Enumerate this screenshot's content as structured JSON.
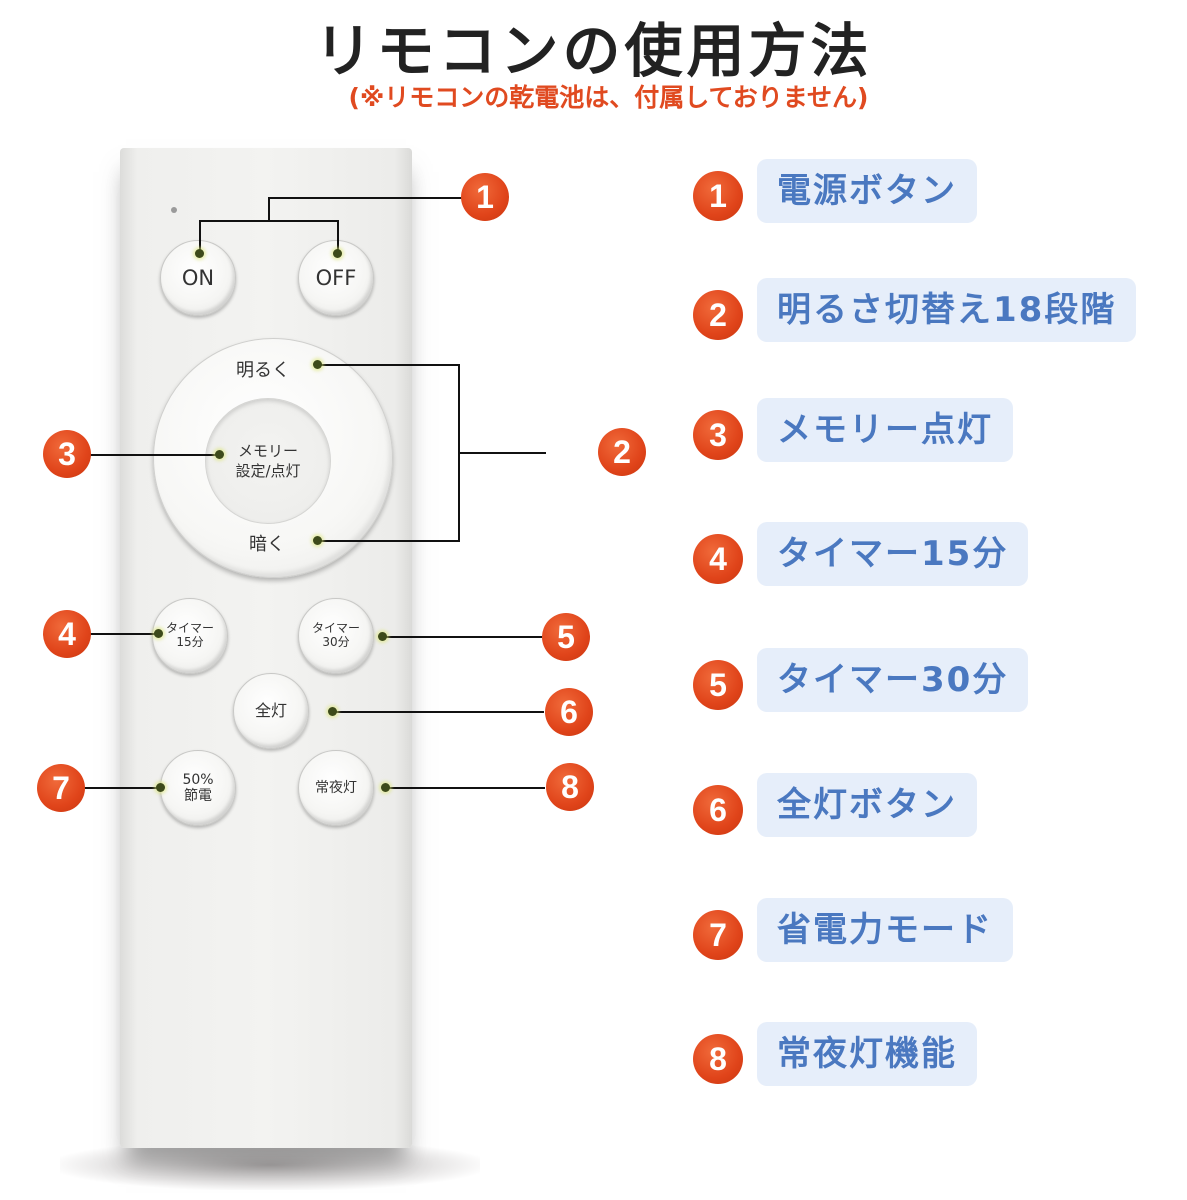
{
  "header": {
    "title": "リモコンの使用方法",
    "subtitle": "(※リモコンの乾電池は、付属しておりません)"
  },
  "colors": {
    "badge": "#e0441a",
    "legend_text": "#4a78c0",
    "legend_bg": "#e6eefa",
    "subtitle": "#e04a20"
  },
  "remote": {
    "buttons": {
      "on": "ON",
      "off": "OFF",
      "brighter": "明るく",
      "memory_line1": "メモリー",
      "memory_line2": "設定/点灯",
      "darker": "暗く",
      "timer15_line1": "タイマー",
      "timer15_line2": "15分",
      "timer30_line1": "タイマー",
      "timer30_line2": "30分",
      "all_light": "全灯",
      "eco_line1": "50%",
      "eco_line2": "節電",
      "night_light": "常夜灯"
    }
  },
  "callouts": {
    "c1": "1",
    "c2": "2",
    "c3": "3",
    "c4": "4",
    "c5": "5",
    "c6": "6",
    "c7": "7",
    "c8": "8"
  },
  "legend": [
    {
      "number": "1",
      "label": "電源ボタン"
    },
    {
      "number": "2",
      "label": "明るさ切替え18段階"
    },
    {
      "number": "3",
      "label": "メモリー点灯"
    },
    {
      "number": "4",
      "label": "タイマー15分"
    },
    {
      "number": "5",
      "label": "タイマー30分"
    },
    {
      "number": "6",
      "label": "全灯ボタン"
    },
    {
      "number": "7",
      "label": "省電力モード"
    },
    {
      "number": "8",
      "label": "常夜灯機能"
    }
  ]
}
